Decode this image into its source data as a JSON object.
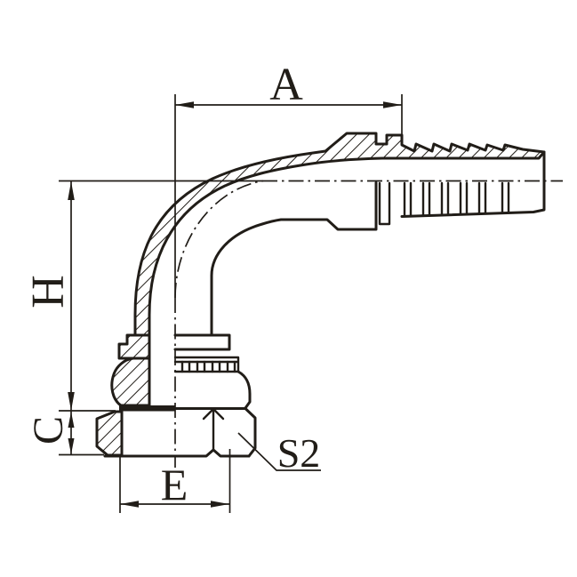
{
  "drawing": {
    "background_color": "#ffffff",
    "ink_color": "#211d18",
    "labels": {
      "dim_a": "A",
      "dim_h": "H",
      "dim_c": "C",
      "dim_e": "E",
      "wrench_size": "S2"
    }
  }
}
